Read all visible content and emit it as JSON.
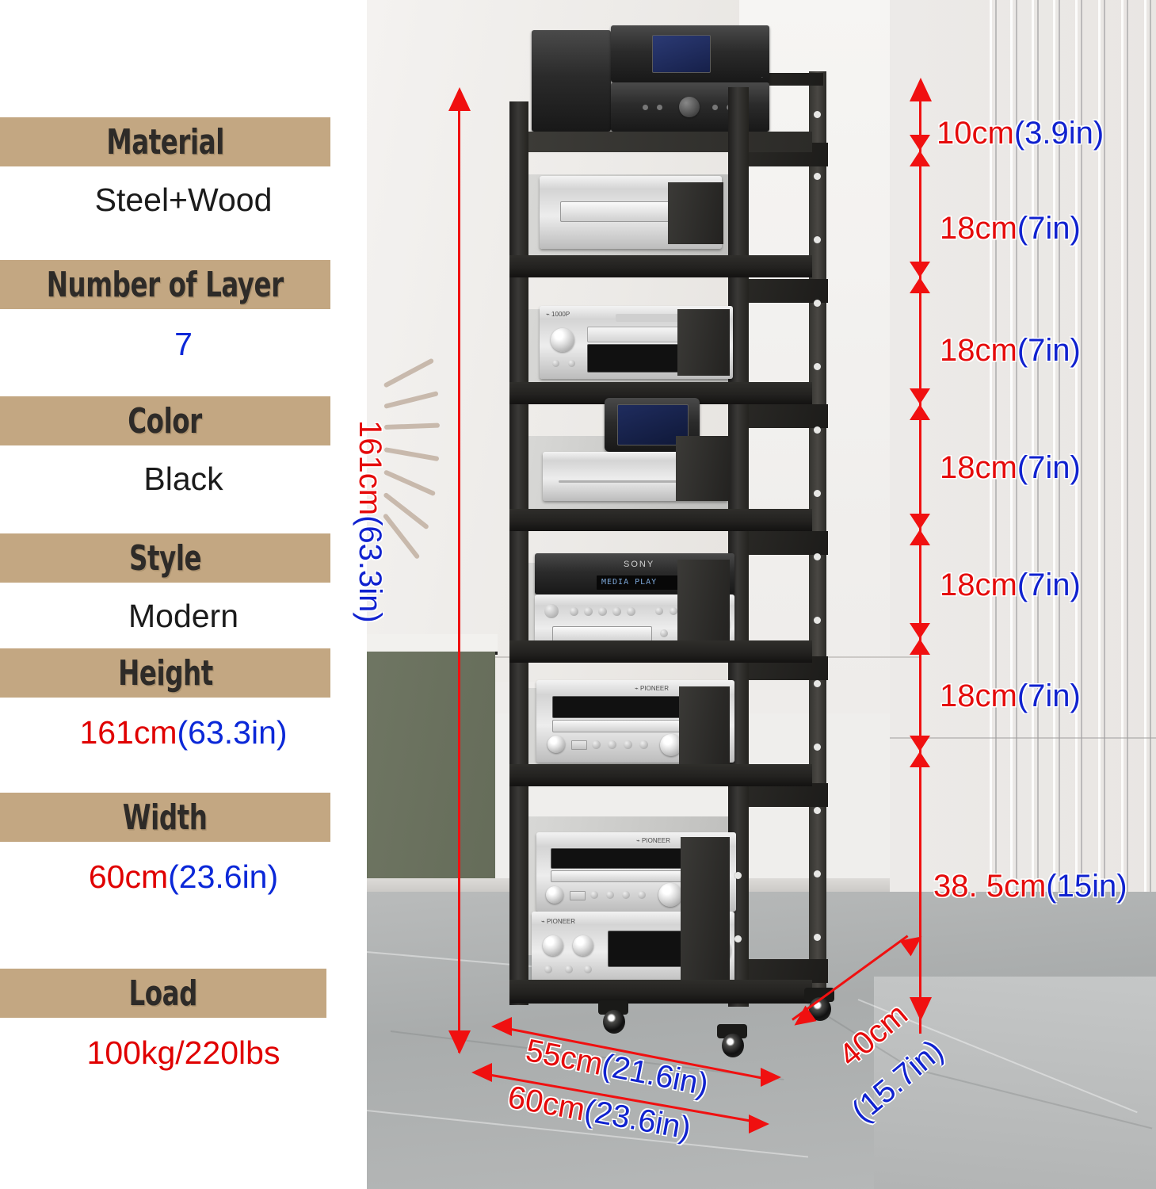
{
  "spec_panel": {
    "bar_color": "#c3a782",
    "rows": [
      {
        "label": "Material",
        "value": "Steel+Wood",
        "value_kind": "plain"
      },
      {
        "label": "Number of Layer",
        "value": "7",
        "value_kind": "blue"
      },
      {
        "label": "Color",
        "value": "Black",
        "value_kind": "plain"
      },
      {
        "label": "Style",
        "value": "Modern",
        "value_kind": "plain"
      },
      {
        "label": "Height",
        "value_cm": "161cm",
        "value_in": "(63.3in)",
        "value_kind": "dual"
      },
      {
        "label": "Width",
        "value_cm": "60cm",
        "value_in": "(23.6in)",
        "value_kind": "dual"
      },
      {
        "label": "Load",
        "value": "100kg/220lbs",
        "value_kind": "red"
      }
    ]
  },
  "dimensions": {
    "overall_height": {
      "cm": "161cm",
      "in": "(63.3in)"
    },
    "shelf_gaps": [
      {
        "cm": "10cm",
        "in": "(3.9in)"
      },
      {
        "cm": "18cm",
        "in": "(7in)"
      },
      {
        "cm": "18cm",
        "in": "(7in)"
      },
      {
        "cm": "18cm",
        "in": "(7in)"
      },
      {
        "cm": "18cm",
        "in": "(7in)"
      },
      {
        "cm": "18cm",
        "in": "(7in)"
      }
    ],
    "bottom_gap": {
      "cm": "38. 5cm",
      "in": "(15in)"
    },
    "top_width": {
      "cm": "55cm",
      "in": "(21.6in)"
    },
    "base_width": {
      "cm": "60cm",
      "in": "(23.6in)"
    },
    "depth": {
      "cm": "40cm",
      "in": "(15.7in)"
    }
  },
  "colors": {
    "red": "#e50b0b",
    "blue": "#1022cf",
    "bar": "#c3a782",
    "rack": "#232220"
  },
  "product": {
    "shelf_count": 7,
    "devices": [
      {
        "shelf": 1,
        "name": "av-receiver-black-top"
      },
      {
        "shelf": 2,
        "name": "cd-player-silver"
      },
      {
        "shelf": 3,
        "name": "cd-receiver-silver"
      },
      {
        "shelf": 4,
        "name": "media-player-silver-with-display"
      },
      {
        "shelf": 5,
        "name": "sony-amplifier-silver"
      },
      {
        "shelf": 6,
        "name": "dvd-receiver-silver"
      },
      {
        "shelf": 7,
        "name": "pioneer-cd-receiver-silver"
      }
    ]
  }
}
